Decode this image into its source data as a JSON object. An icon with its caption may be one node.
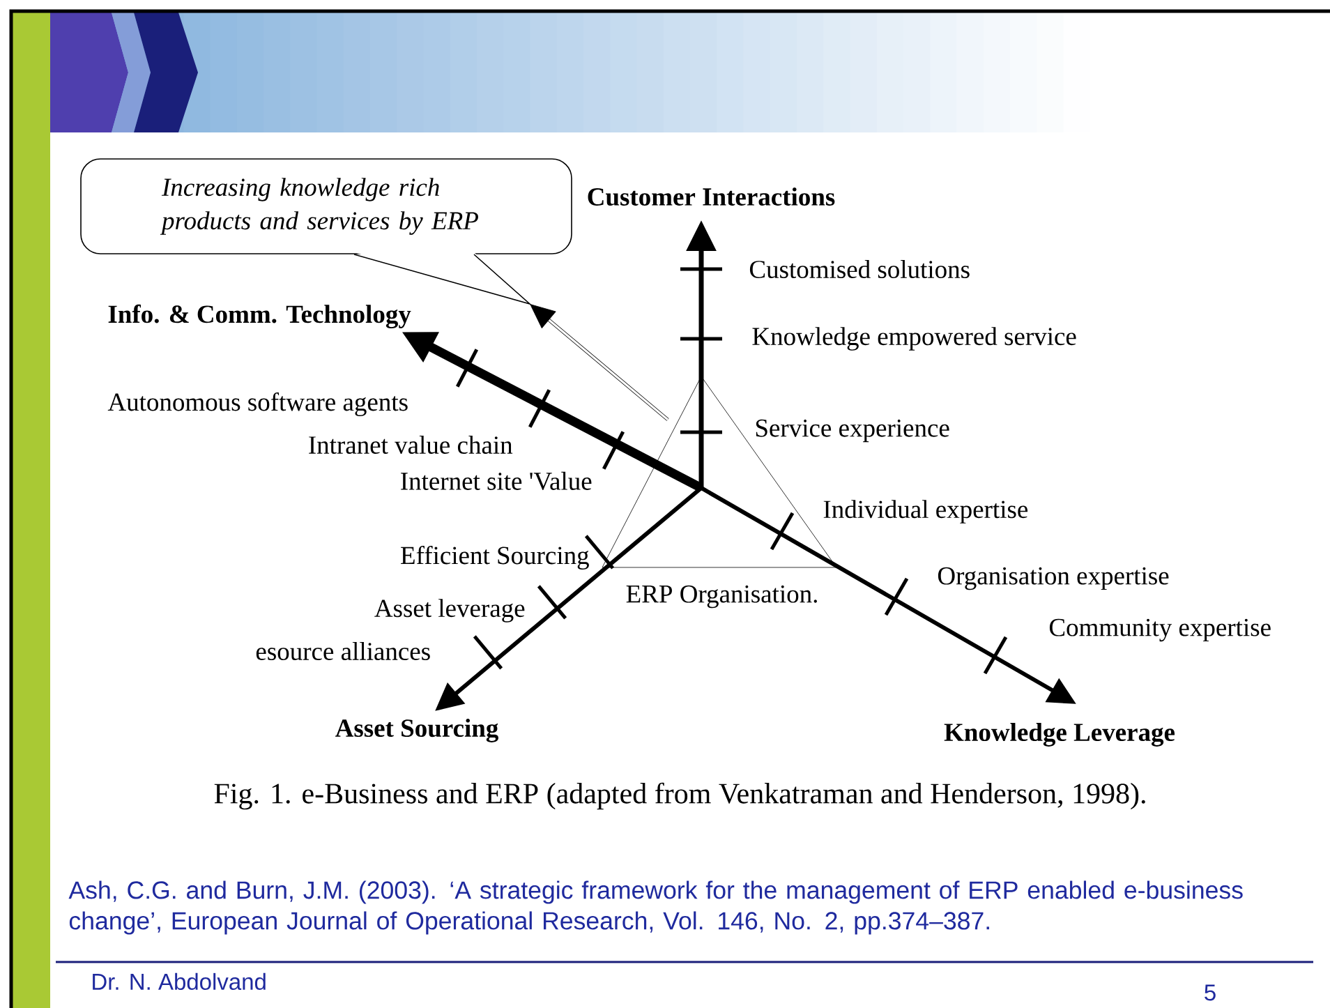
{
  "diagram": {
    "caption": "Fig. 1. e-Business and ERP (adapted from Venkatraman and Henderson, 1998).",
    "nodes": [
      {
        "text": [
          "Increasing knowledge rich products and services by ERP"
        ]
      },
      {
        "text": [
          "ERP Organisation."
        ]
      }
    ],
    "edges": [
      {
        "from": 1,
        "to": 0,
        "arrow": "to"
      }
    ],
    "labels": [
      "Customer Interactions",
      "Customised solutions",
      "Knowledge empowered service",
      "Info. & Comm. Technology",
      "Autonomous software agents",
      "Service experience",
      "Intranet value chain",
      "Internet site 'Value",
      "Individual expertise",
      "Efficient Sourcing",
      "Organisation expertise",
      "Asset leverage",
      "Community expertise",
      "esource alliances",
      "Asset Sourcing",
      "Knowledge Leverage",
      "Ash, C.G. and Burn, J.M. (2003). ‘A strategic framework for the management of ERP enabled e-business change’, European Journal of Operational Research, Vol. 146, No. 2, pp.374–387.",
      "Dr. N. Abdolvand",
      "5"
    ]
  }
}
